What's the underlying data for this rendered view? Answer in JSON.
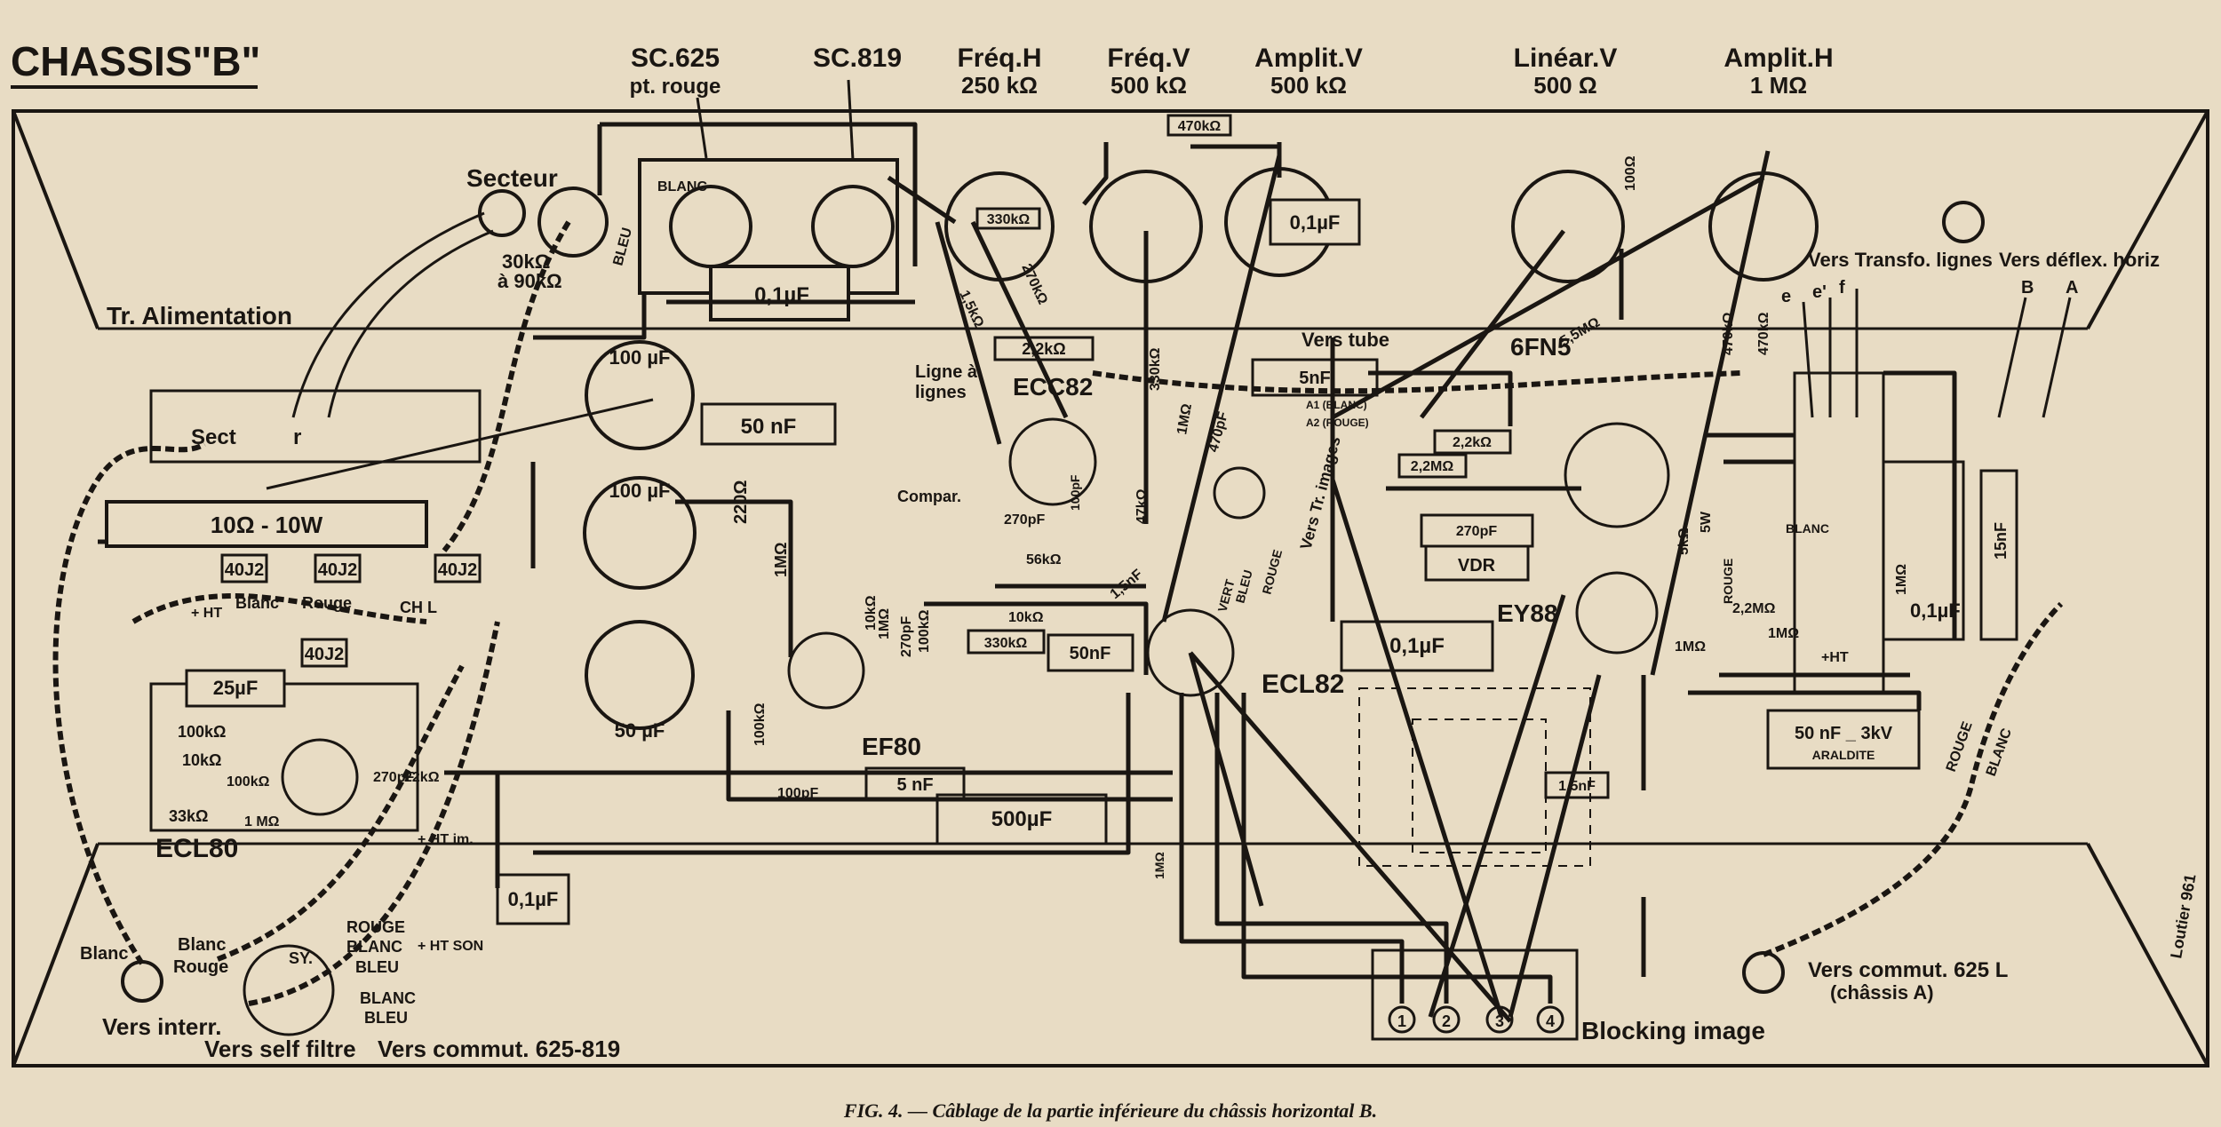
{
  "title": "CHASSIS\"B\"",
  "caption": "FIG. 4. — Câblage de la partie inférieure du châssis horizontal B.",
  "signature": "Loutier 961",
  "top_labels": {
    "sc625": "SC.625",
    "sc625_sub": "pt. rouge",
    "sc819": "SC.819",
    "freq_h": "Fréq.H",
    "freq_h_val": "250 kΩ",
    "freq_v": "Fréq.V",
    "freq_v_val": "500 kΩ",
    "amplit_v": "Amplit.V",
    "amplit_v_val": "500 kΩ",
    "linear_v": "Linéar.V",
    "linear_v_val": "500 Ω",
    "amplit_h": "Amplit.H",
    "amplit_h_val": "1 MΩ"
  },
  "labels": {
    "secteur": "Secteur",
    "r30k": "30kΩ",
    "r90k": "à 90kΩ",
    "bleu": "BLEU",
    "blanc_top": "BLANC",
    "tr_alim": "Tr. Alimentation",
    "sect": "Sect",
    "r_small": "r",
    "res10": "10Ω - 10W",
    "c4032a": "40J2",
    "c4032b": "40J2",
    "c4032c": "40J2",
    "c4032d": "40J2",
    "ht": "+ HT",
    "blanc": "Blanc",
    "rouge": "Rouge",
    "chl": "CH L",
    "c25": "25µF",
    "r100k_a": "100kΩ",
    "r10k": "10kΩ",
    "r100k_b": "100kΩ",
    "r33k": "33kΩ",
    "r1m_a": "1 MΩ",
    "r22k": "22kΩ",
    "c27": "270pF",
    "ecl80": "ECL80",
    "sy": "SY.",
    "rouge_w": "ROUGE",
    "blanc_w": "BLANC",
    "bleu_w": "BLEU",
    "blanc_w2": "BLANC",
    "bleu_w2": "BLEU",
    "ht_son": "+ HT SON",
    "ht_im": "+ HT im.",
    "c01_left": "0,1µF",
    "blanc_cord": "Blanc",
    "blanc_cord2": "Blanc",
    "rouge_cord": "Rouge",
    "vers_interr": "Vers interr.",
    "vers_self": "Vers self filtre",
    "vers_commut": "Vers commut. 625-819",
    "c100a": "100 µF",
    "c100b": "100 µF",
    "c50": "50 µF",
    "c50nf": "50 nF",
    "c01_top": "0,1µF",
    "ligne": "Ligne à",
    "lignes": "lignes",
    "compar": "Compar.",
    "r220": "220Ω",
    "r1m_b": "1MΩ",
    "ef80": "EF80",
    "c100pf": "100pF",
    "c5nf_a": "5 nF",
    "c500": "500µF",
    "r100k_c": "100kΩ",
    "r1m_c": "1MΩ",
    "c270_b": "270pF",
    "r10k_b": "10kΩ",
    "r100k_d": "100kΩ",
    "r22k_b": "2,2kΩ",
    "ecc82": "ECC82",
    "c270_c": "270pF",
    "c100pf_b": "100pF",
    "r47k": "47kΩ",
    "r56k": "56kΩ",
    "r10k_c": "10kΩ",
    "r330k_a": "330kΩ",
    "c50nf_b": "50nF",
    "r330k_b": "330kΩ",
    "r15k": "1,5kΩ",
    "r270k": "270kΩ",
    "r470k": "470kΩ",
    "c01_amp": "0,1µF",
    "r330k_c": "330kΩ",
    "r1m_d": "1MΩ",
    "c470pf": "470pF",
    "c15nf": "1,5nF",
    "vers_tube": "Vers tube",
    "c5nf_b": "5nF",
    "a1": "A1 (BLANC)",
    "a2": "A2 (ROUGE)",
    "vers_tr_images": "Vers Tr. images",
    "vert": "VERT",
    "bleu_v": "BLEU",
    "rouge_v": "ROUGE",
    "ecl82": "ECL82",
    "r1m_e": "1MΩ",
    "c01_ecl": "0,1µF",
    "ey88": "EY88",
    "c15nf_b": "1,5nF",
    "r100": "100Ω",
    "r55m": "5,5MΩ",
    "sixfn5": "6FN5",
    "r22k_c": "2,2kΩ",
    "r22m": "2,2MΩ",
    "c270_d": "270pF",
    "vdr": "VDR",
    "r470k_b": "470kΩ",
    "r470k_c": "470kΩ",
    "r5k": "5kΩ",
    "r5w": "5W",
    "rouge_h": "ROUGE",
    "blanc_h": "BLANC",
    "r22m_b": "2,2MΩ",
    "r1m_f": "1MΩ",
    "r1m_g": "1MΩ",
    "r1m_h": "1MΩ",
    "c01_h": "0,1µF",
    "c15nf_c": "15nF",
    "ht_h": "+HT",
    "c50nf3kv": "50 nF _ 3kV",
    "araldite": "ARALDITE",
    "rouge_diag": "ROUGE",
    "blanc_diag": "BLANC",
    "vers_transfo": "Vers Transfo. lignes",
    "e": "e",
    "e_prime": "e'",
    "f": "f",
    "vers_deflex": "Vers déflex. horiz",
    "b": "B",
    "a": "A",
    "vers_625l": "Vers commut. 625 L",
    "chassis_a": "(châssis A)",
    "blocking": "Blocking image",
    "n1": "1",
    "n2": "2",
    "n3": "3",
    "n4": "4"
  },
  "colors": {
    "paper": "#e8dcc4",
    "ink": "#1a1612"
  }
}
